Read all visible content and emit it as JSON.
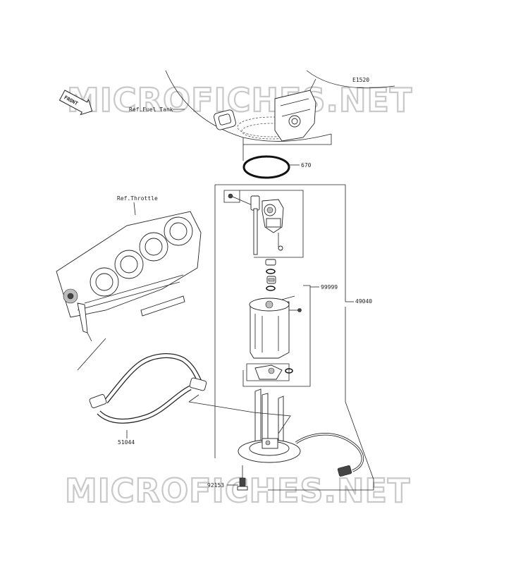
{
  "watermarks": [
    "MICROFICHES.NET",
    "MICROFICHES.NET"
  ],
  "front_marker": "FRONT",
  "refs": {
    "fuel_tank": "Ref.Fuel Tank",
    "throttle": "Ref.Throttle"
  },
  "callouts": {
    "e1520": "E1520",
    "p670": "670",
    "p99999": "99999",
    "p49040": "49040",
    "p51044": "51044",
    "p92153": "92153"
  }
}
